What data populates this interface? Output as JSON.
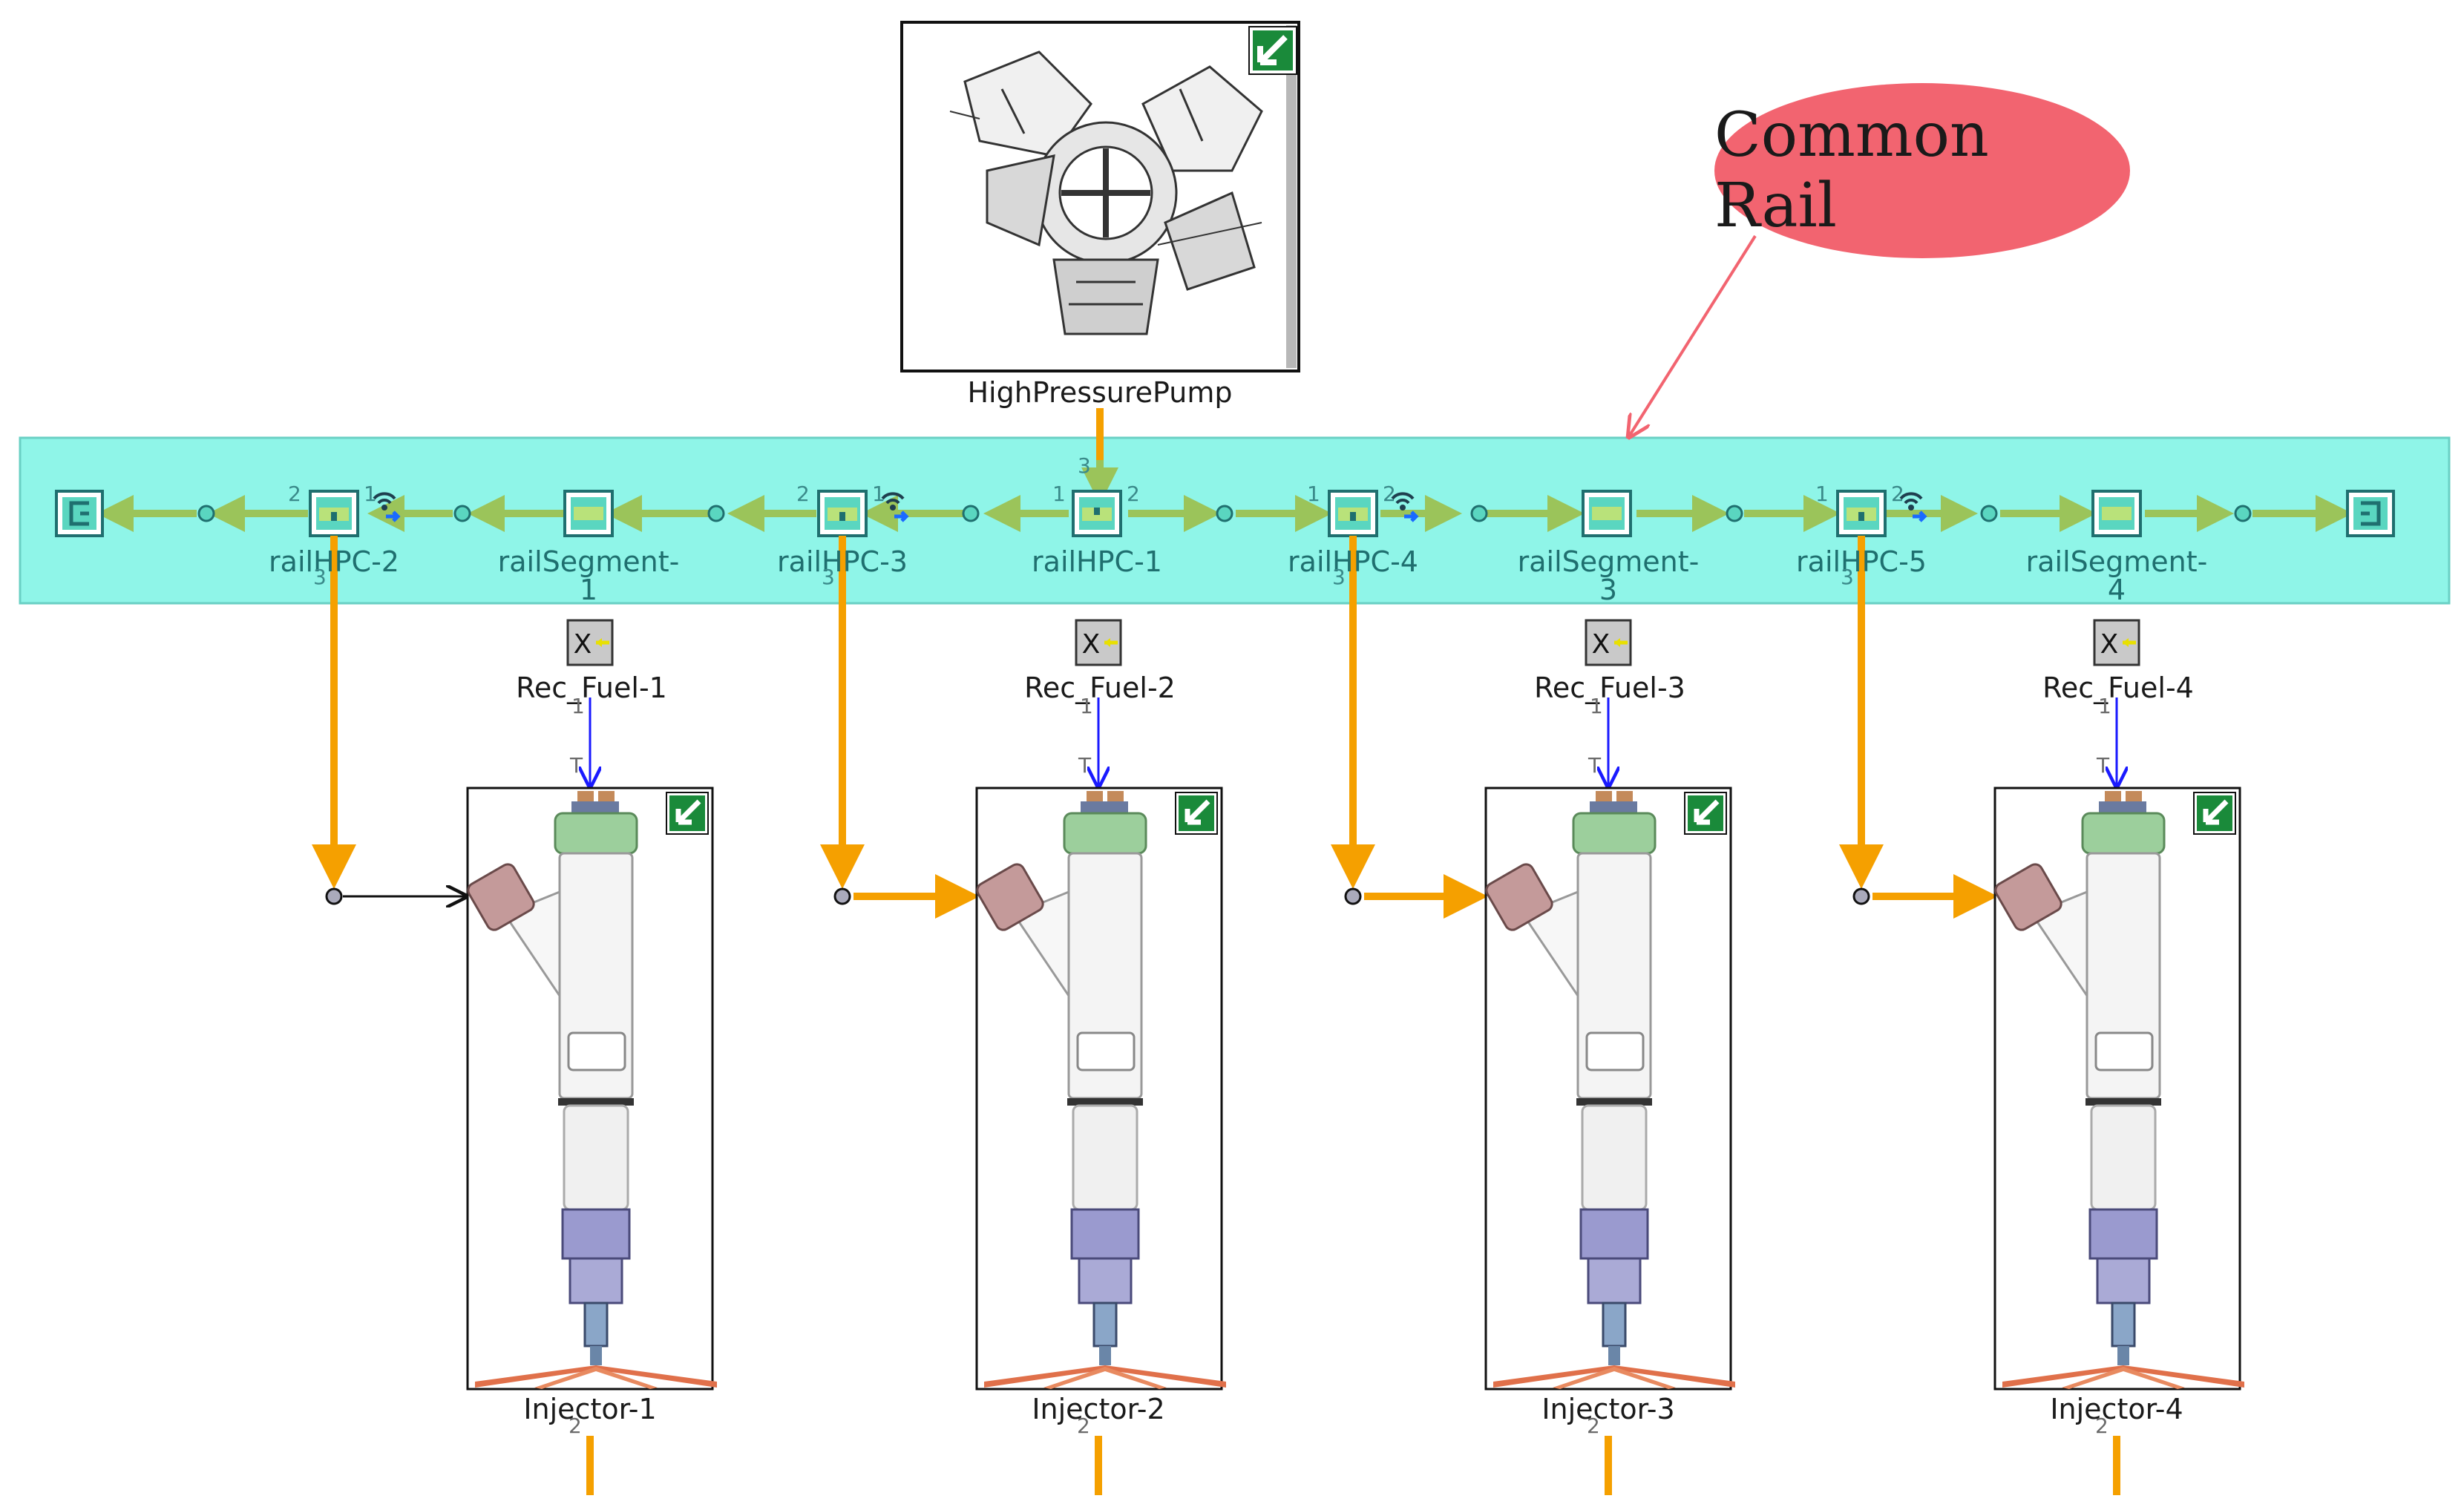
{
  "callout": {
    "text": "Common Rail",
    "color": "#f26470"
  },
  "pump": {
    "label": "HighPressurePump",
    "icon": "pump-cutaway-drawing"
  },
  "rail": {
    "band_color": "#8ff5e8",
    "line_color": "#9bc45a",
    "components": [
      {
        "id": "railHPC-2",
        "label": "railHPC-2",
        "type": "hpc",
        "ports": [
          "2",
          "1",
          "3"
        ]
      },
      {
        "id": "railSegment-1",
        "label": "railSegment-\n1",
        "type": "segment"
      },
      {
        "id": "railHPC-3",
        "label": "railHPC-3",
        "type": "hpc",
        "ports": [
          "2",
          "1",
          "3"
        ]
      },
      {
        "id": "railHPC-1",
        "label": "railHPC-1",
        "type": "hpc",
        "ports": [
          "1",
          "2",
          "3"
        ]
      },
      {
        "id": "railHPC-4",
        "label": "railHPC-4",
        "type": "hpc",
        "ports": [
          "1",
          "2",
          "3"
        ]
      },
      {
        "id": "railSegment-3",
        "label": "railSegment-\n3",
        "type": "segment"
      },
      {
        "id": "railHPC-5",
        "label": "railHPC-5",
        "type": "hpc",
        "ports": [
          "1",
          "2",
          "3"
        ]
      },
      {
        "id": "railSegment-4",
        "label": "railSegment-\n4",
        "type": "segment"
      }
    ]
  },
  "receivers": [
    {
      "label": "Rec_Fuel-1",
      "glyph": "X",
      "port_out": "1",
      "port_in": "T"
    },
    {
      "label": "Rec_Fuel-2",
      "glyph": "X",
      "port_out": "1",
      "port_in": "T"
    },
    {
      "label": "Rec_Fuel-3",
      "glyph": "X",
      "port_out": "1",
      "port_in": "T"
    },
    {
      "label": "Rec_Fuel-4",
      "glyph": "X",
      "port_out": "1",
      "port_in": "T"
    }
  ],
  "injectors": [
    {
      "label": "Injector-1",
      "port_bottom": "2",
      "icon": "fuel-injector"
    },
    {
      "label": "Injector-2",
      "port_bottom": "2",
      "icon": "fuel-injector"
    },
    {
      "label": "Injector-3",
      "port_bottom": "2",
      "icon": "fuel-injector"
    },
    {
      "label": "Injector-4",
      "port_bottom": "2",
      "icon": "fuel-injector"
    }
  ],
  "colors": {
    "fuel_line": "#f5a000",
    "signal_line": "#1a1aff",
    "rail_line": "#9bc45a"
  }
}
